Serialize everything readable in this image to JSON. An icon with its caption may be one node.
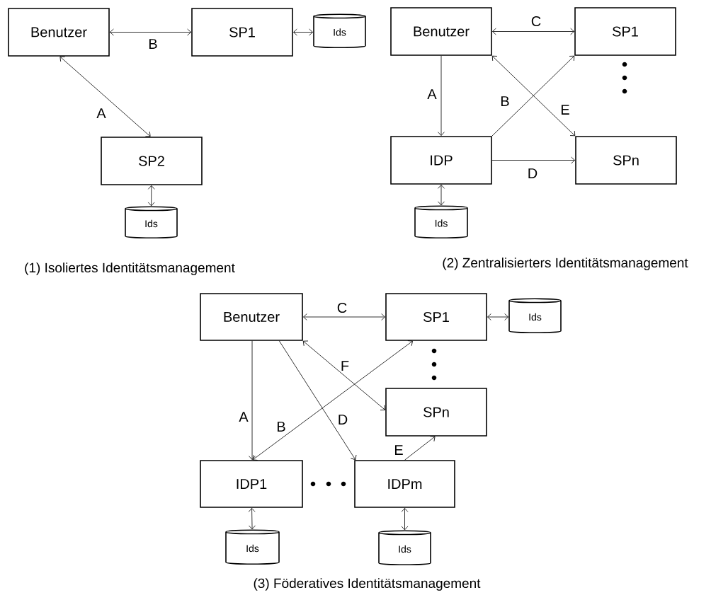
{
  "diagram": {
    "nodes": [
      {
        "text": [
          "Benutzer"
        ]
      },
      {
        "text": [
          "SP1"
        ]
      },
      {
        "text": [
          "Ids"
        ]
      },
      {
        "text": [
          "SP2"
        ]
      },
      {
        "text": [
          "Ids"
        ]
      },
      {
        "text": [
          "Benutzer"
        ]
      },
      {
        "text": [
          "SP1"
        ]
      },
      {
        "text": [
          "SPn"
        ]
      },
      {
        "text": [
          "IDP"
        ]
      },
      {
        "text": [
          "Ids"
        ]
      },
      {
        "text": [
          "Benutzer"
        ]
      },
      {
        "text": [
          "SP1"
        ]
      },
      {
        "text": [
          "Ids"
        ]
      },
      {
        "text": [
          "SPn"
        ]
      },
      {
        "text": [
          "IDP1"
        ]
      },
      {
        "text": [
          "IDPm"
        ]
      },
      {
        "text": [
          "Ids"
        ]
      },
      {
        "text": [
          "Ids"
        ]
      }
    ],
    "edges": [
      {
        "from": 0,
        "to": 1,
        "arrow": "both",
        "label": "B"
      },
      {
        "from": 1,
        "to": 2,
        "arrow": "both"
      },
      {
        "from": 0,
        "to": 3,
        "arrow": "both",
        "label": "A"
      },
      {
        "from": 3,
        "to": 4,
        "arrow": "both"
      },
      {
        "from": 5,
        "to": 6,
        "arrow": "both",
        "label": "C"
      },
      {
        "from": 5,
        "to": 8,
        "arrow": "to",
        "label": "A"
      },
      {
        "from": 8,
        "to": 6,
        "arrow": "to",
        "label": "B"
      },
      {
        "from": 5,
        "to": 7,
        "arrow": "both",
        "label": "E"
      },
      {
        "from": 8,
        "to": 7,
        "arrow": "to",
        "label": "D"
      },
      {
        "from": 8,
        "to": 9,
        "arrow": "both"
      },
      {
        "from": 10,
        "to": 11,
        "arrow": "both",
        "label": "C"
      },
      {
        "from": 10,
        "to": 14,
        "arrow": "to",
        "label": "A"
      },
      {
        "from": 11,
        "to": 14,
        "arrow": "both",
        "label": "B"
      },
      {
        "from": 10,
        "to": 15,
        "arrow": "to",
        "label": "D"
      },
      {
        "from": 10,
        "to": 13,
        "arrow": "both",
        "label": "F"
      },
      {
        "from": 15,
        "to": 13,
        "arrow": "to",
        "label": "E"
      },
      {
        "from": 11,
        "to": 12,
        "arrow": "both"
      },
      {
        "from": 14,
        "to": 16,
        "arrow": "both"
      },
      {
        "from": 15,
        "to": 17,
        "arrow": "both"
      }
    ],
    "labels": [
      "(1) Isoliertes Identitätsmanagement",
      "(2) Zentralisierters Identitätsmanagement",
      "(3) Föderatives Identitätsmanagement"
    ]
  }
}
